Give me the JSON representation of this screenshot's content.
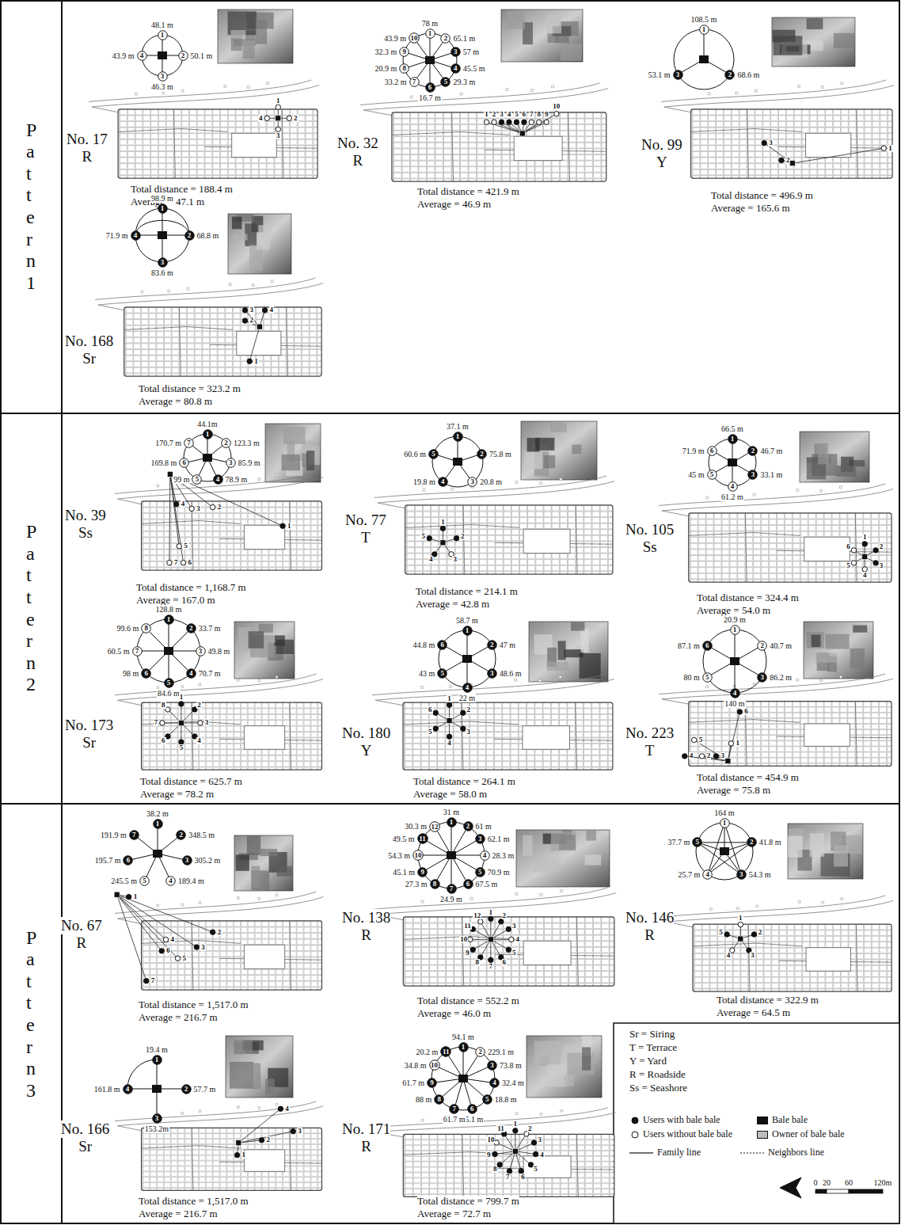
{
  "diagram": {
    "nodes": [
      {
        "text": [
          "1"
        ]
      },
      {
        "text": [
          "2"
        ]
      },
      {
        "text": [
          "3"
        ]
      },
      {
        "text": [
          "4"
        ]
      },
      {
        "text": [
          "1"
        ]
      },
      {
        "text": [
          "2"
        ]
      },
      {
        "text": [
          "3"
        ]
      },
      {
        "text": [
          "4"
        ]
      },
      {
        "text": [
          "5"
        ]
      },
      {
        "text": [
          "6"
        ]
      },
      {
        "text": [
          "7"
        ]
      },
      {
        "text": [
          "8"
        ]
      },
      {
        "text": [
          "9"
        ]
      },
      {
        "text": [
          "10"
        ]
      },
      {
        "text": [
          "1"
        ]
      },
      {
        "text": [
          "2"
        ]
      },
      {
        "text": [
          "3"
        ]
      },
      {
        "text": [
          "1"
        ]
      },
      {
        "text": [
          "2"
        ]
      },
      {
        "text": [
          "3"
        ]
      },
      {
        "text": [
          "4"
        ]
      },
      {
        "text": [
          "1"
        ]
      },
      {
        "text": [
          "2"
        ]
      },
      {
        "text": [
          "3"
        ]
      },
      {
        "text": [
          "4"
        ]
      },
      {
        "text": [
          "5"
        ]
      },
      {
        "text": [
          "6"
        ]
      },
      {
        "text": [
          "7"
        ]
      },
      {
        "text": [
          "1"
        ]
      },
      {
        "text": [
          "2"
        ]
      },
      {
        "text": [
          "3"
        ]
      },
      {
        "text": [
          "4"
        ]
      },
      {
        "text": [
          "5"
        ]
      },
      {
        "text": [
          "1"
        ]
      },
      {
        "text": [
          "2"
        ]
      },
      {
        "text": [
          "3"
        ]
      },
      {
        "text": [
          "4"
        ]
      },
      {
        "text": [
          "5"
        ]
      },
      {
        "text": [
          "6"
        ]
      },
      {
        "text": [
          "1"
        ]
      },
      {
        "text": [
          "2"
        ]
      },
      {
        "text": [
          "3"
        ]
      },
      {
        "text": [
          "4"
        ]
      },
      {
        "text": [
          "5"
        ]
      },
      {
        "text": [
          "6"
        ]
      },
      {
        "text": [
          "7"
        ]
      },
      {
        "text": [
          "8"
        ]
      },
      {
        "text": [
          "1"
        ]
      },
      {
        "text": [
          "2"
        ]
      },
      {
        "text": [
          "3"
        ]
      },
      {
        "text": [
          "4"
        ]
      },
      {
        "text": [
          "5"
        ]
      },
      {
        "text": [
          "6"
        ]
      },
      {
        "text": [
          "1"
        ]
      },
      {
        "text": [
          "2"
        ]
      },
      {
        "text": [
          "3"
        ]
      },
      {
        "text": [
          "4"
        ]
      },
      {
        "text": [
          "5"
        ]
      },
      {
        "text": [
          "6"
        ]
      },
      {
        "text": [
          "1"
        ]
      },
      {
        "text": [
          "2"
        ]
      },
      {
        "text": [
          "3"
        ]
      },
      {
        "text": [
          "4"
        ]
      },
      {
        "text": [
          "5"
        ]
      },
      {
        "text": [
          "6"
        ]
      },
      {
        "text": [
          "7"
        ]
      },
      {
        "text": [
          "1"
        ]
      },
      {
        "text": [
          "2"
        ]
      },
      {
        "text": [
          "3"
        ]
      },
      {
        "text": [
          "4"
        ]
      },
      {
        "text": [
          "5"
        ]
      },
      {
        "text": [
          "6"
        ]
      },
      {
        "text": [
          "7"
        ]
      },
      {
        "text": [
          "8"
        ]
      },
      {
        "text": [
          "9"
        ]
      },
      {
        "text": [
          "10"
        ]
      },
      {
        "text": [
          "11"
        ]
      },
      {
        "text": [
          "12"
        ]
      },
      {
        "text": [
          "1"
        ]
      },
      {
        "text": [
          "2"
        ]
      },
      {
        "text": [
          "3"
        ]
      },
      {
        "text": [
          "4"
        ]
      },
      {
        "text": [
          "5"
        ]
      },
      {
        "text": [
          "1"
        ]
      },
      {
        "text": [
          "2"
        ]
      },
      {
        "text": [
          "3"
        ]
      },
      {
        "text": [
          "4"
        ]
      },
      {
        "text": [
          "1"
        ]
      },
      {
        "text": [
          "2"
        ]
      },
      {
        "text": [
          "3"
        ]
      },
      {
        "text": [
          "4"
        ]
      },
      {
        "text": [
          "5"
        ]
      },
      {
        "text": [
          "6"
        ]
      },
      {
        "text": [
          "7"
        ]
      },
      {
        "text": [
          "8"
        ]
      },
      {
        "text": [
          "9"
        ]
      },
      {
        "text": [
          "10"
        ]
      },
      {
        "text": [
          "11"
        ]
      }
    ],
    "labels": [
      "Pattern 1",
      "Pattern 2",
      "Pattern 3",
      "No. 17",
      "R",
      "48.1 m",
      "50.1 m",
      "46.3 m",
      "43.9 m",
      "Total distance = 188.4 m",
      "Average = 47.1 m",
      "1",
      "2",
      "3",
      "4",
      "No. 32",
      "R",
      "78 m",
      "65.1 m",
      "57 m",
      "45.5 m",
      "29.3 m",
      "16.7 m",
      "33.2 m",
      "20.9 m",
      "32.3 m",
      "43.9 m",
      "Total distance = 421.9 m",
      "Average = 46.9 m",
      "1",
      "2",
      "3",
      "4",
      "5",
      "6",
      "7",
      "8",
      "9",
      "10",
      "No. 99",
      "Y",
      "108.5 m",
      "68.6 m",
      "53.1 m",
      "Total distance = 496.9 m",
      "Average = 165.6 m",
      "1",
      "2",
      "3",
      "No. 168",
      "Sr",
      "98.9 m",
      "68.8 m",
      "83.6 m",
      "71.9 m",
      "Total distance = 323.2 m",
      "Average = 80.8 m",
      "1",
      "2",
      "3",
      "4",
      "No. 39",
      "Ss",
      "44.1m",
      "123.3 m",
      "85.9 m",
      "78.9 m",
      "99 m",
      "169.8 m",
      "170.7 m",
      "Total distance = 1,168.7 m",
      "Average = 167.0 m",
      "1",
      "2",
      "3",
      "4",
      "5",
      "6",
      "7",
      "No. 77",
      "T",
      "37.1 m",
      "75.8 m",
      "20.8 m",
      "19.8 m",
      "60.6 m",
      "Total distance = 214.1 m",
      "Average = 42.8 m",
      "1",
      "2",
      "3",
      "4",
      "5",
      "No. 105",
      "Ss",
      "66.5 m",
      "46.7 m",
      "33.1 m",
      "61.2 m",
      "45 m",
      "71.9 m",
      "Total distance = 324.4 m",
      "Average = 54.0 m",
      "1",
      "2",
      "3",
      "4",
      "5",
      "6",
      "No. 173",
      "Sr",
      "128.8 m",
      "33.7 m",
      "49.8 m",
      "70.7 m",
      "84.6 m",
      "98 m",
      "60.5 m",
      "99.6 m",
      "Total distance = 625.7 m",
      "Average = 78.2 m",
      "1",
      "2",
      "3",
      "4",
      "5",
      "6",
      "7",
      "8",
      "No. 180",
      "Y",
      "58.7 m",
      "47 m",
      "48.6 m",
      "22 m",
      "43 m",
      "44.8 m",
      "Total distance = 264.1 m",
      "Average = 58.0 m",
      "1",
      "2",
      "3",
      "4",
      "5",
      "6",
      "No. 223",
      "T",
      "20.9 m",
      "40.7 m",
      "86.2 m",
      "140 m",
      "80 m",
      "87.1 m",
      "Total distance = 454.9 m",
      "Average = 75.8 m",
      "1",
      "2",
      "3",
      "4",
      "5",
      "6",
      "No. 67",
      "R",
      "38.2 m",
      "348.5 m",
      "305.2 m",
      "189.4 m",
      "245.5 m",
      "195.7 m",
      "191.9 m",
      "Total distance = 1,517.0 m",
      "Average = 216.7 m",
      "1",
      "2",
      "3",
      "4",
      "5",
      "6",
      "7",
      "No. 138",
      "R",
      "31 m",
      "61 m",
      "62.1 m",
      "28.3 m",
      "70.9 m",
      "67.5 m",
      "24.9 m",
      "27.3 m",
      "45.1 m",
      "54.3 m",
      "49.5 m",
      "30.3 m",
      "Total distance = 552.2 m",
      "Average = 46.0 m",
      "1",
      "2",
      "3",
      "4",
      "5",
      "6",
      "7",
      "8",
      "9",
      "10",
      "11",
      "12",
      "No. 146",
      "R",
      "164 m",
      "41.8 m",
      "54.3 m",
      "25.7 m",
      "37.7 m",
      "Total distance = 322.9 m",
      "Average = 64.5 m",
      "1",
      "2",
      "3",
      "4",
      "5",
      "No. 166",
      "Sr",
      "19.4 m",
      "57.7 m",
      "153.2m",
      "161.8 m",
      "Total distance = 1,517.0 m",
      "Average = 216.7 m",
      "1",
      "2",
      "3",
      "4",
      "No. 171",
      "R",
      "94.1 m",
      "229.1 m",
      "73.8 m",
      "32.4 m",
      "18.8 m",
      "85.1 m",
      "61.7 m",
      "88 m",
      "61.7 m",
      "34.8 m",
      "20.2 m",
      "Total distance = 799.7 m",
      "Average = 72.7 m",
      "1",
      "2",
      "3",
      "4",
      "5",
      "6",
      "7",
      "8",
      "9",
      "10",
      "11",
      "Sr = Siring",
      "T = Terrace",
      "Y = Yard",
      "R = Roadside",
      "Ss = Seashore",
      "0",
      "20",
      "60",
      "120m"
    ],
    "legend": [
      {
        "text": "Users with bale bale"
      },
      {
        "text": "Users without bale bale"
      },
      {
        "text": "Bale bale",
        "color": "#111111"
      },
      {
        "text": "Owner of bale bale",
        "color": "#bdbdbd"
      },
      {
        "text": "Family line"
      },
      {
        "text": "Neighbors line"
      }
    ]
  }
}
